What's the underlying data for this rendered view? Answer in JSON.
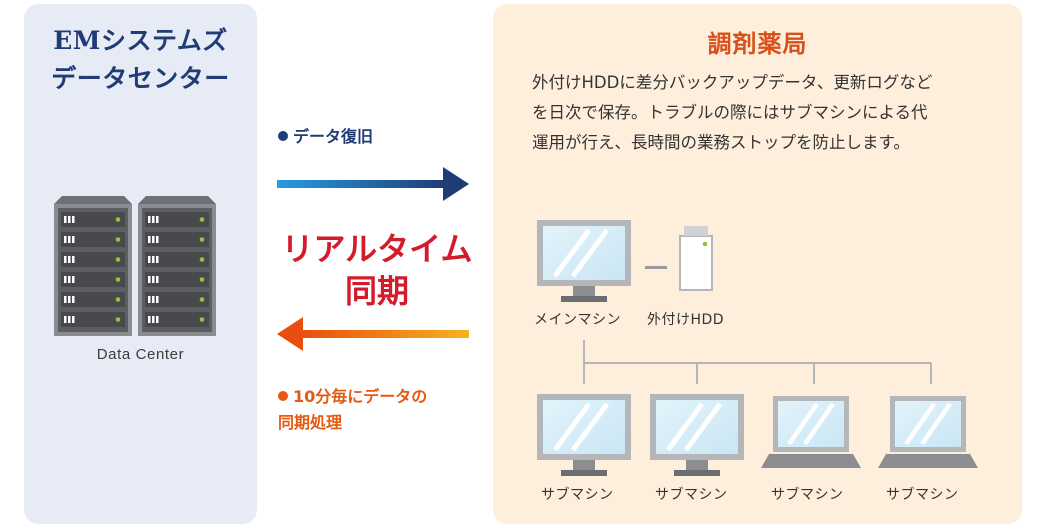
{
  "datacenter": {
    "title_line1": "EMシステムズ",
    "title_line2": "データセンター",
    "caption": "Data Center"
  },
  "pharmacy": {
    "title": "調剤薬局",
    "desc_line1": "外付けHDDに差分バックアップデータ、更新ログなど",
    "desc_line2": "を日次で保存。トラブルの際にはサブマシンによる代",
    "desc_line3": "運用が行え、長時間の業務ストップを防止します。"
  },
  "flow": {
    "restore_label": "データ復旧",
    "realtime_line1": "リアルタイム",
    "realtime_line2": "同期",
    "sync_line1": "10分毎にデータの",
    "sync_line2": "同期処理"
  },
  "devices": {
    "main_machine": "メインマシン",
    "external_hdd": "外付けHDD",
    "sub_machines": [
      "サブマシン",
      "サブマシン",
      "サブマシン",
      "サブマシン"
    ]
  },
  "colors": {
    "navy": "#1f3c74",
    "orange": "#e55a13",
    "red": "#d41b2c",
    "left_panel": "#e6ebf6",
    "right_panel": "#fdefdc"
  }
}
